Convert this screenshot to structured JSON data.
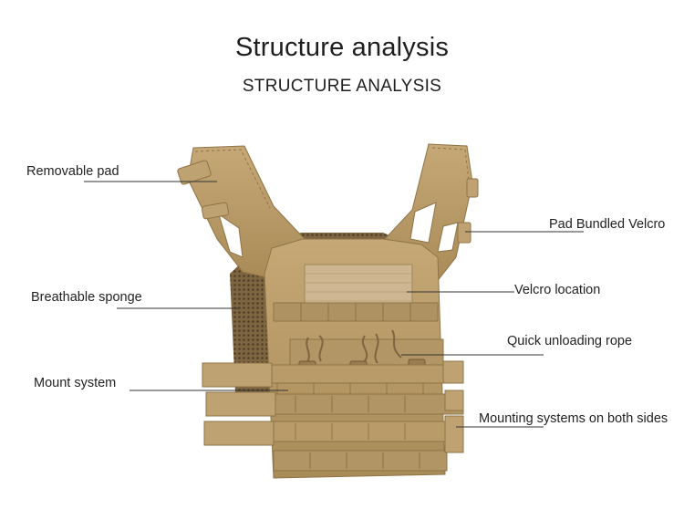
{
  "header": {
    "title": "Structure analysis",
    "subtitle": "STRUCTURE ANALYSIS"
  },
  "product": {
    "name": "vest-icon",
    "color": "#b79966"
  },
  "callouts": [
    {
      "id": "removable-pad",
      "text": "Removable pad"
    },
    {
      "id": "breathable-sponge",
      "text": "Breathable sponge"
    },
    {
      "id": "mount-system",
      "text": "Mount system"
    },
    {
      "id": "pad-bundled-velcro",
      "text": "Pad Bundled Velcro"
    },
    {
      "id": "velcro-location",
      "text": "Velcro location"
    },
    {
      "id": "quick-unloading-rope",
      "text": "Quick unloading rope"
    },
    {
      "id": "mounting-systems-both-sides",
      "text": "Mounting systems on both sides"
    }
  ]
}
